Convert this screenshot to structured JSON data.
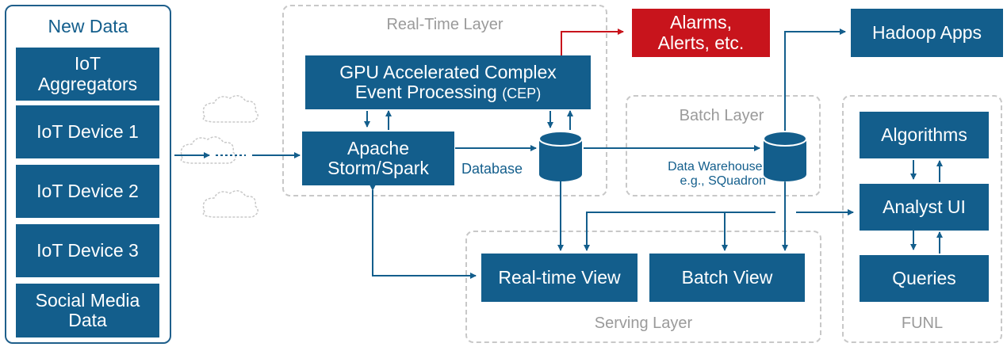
{
  "new_data": {
    "title": "New Data",
    "items": [
      "IoT Aggregators",
      "IoT Device 1",
      "IoT Device 2",
      "IoT Device 3",
      "Social Media Data"
    ]
  },
  "realtime_layer": {
    "title": "Real-Time Layer",
    "gpu_cep_line1": "GPU Accelerated Complex",
    "gpu_cep_line2": "Event Processing",
    "gpu_cep_abbr": "(CEP)",
    "storm_spark": "Apache Storm/Spark",
    "database": "Database"
  },
  "alarms": "Alarms, Alerts, etc.",
  "hadoop_apps": "Hadoop Apps",
  "batch_layer": {
    "title": "Batch Layer",
    "warehouse_line1": "Data Warehouse,",
    "warehouse_line2": "e.g., SQuadron"
  },
  "serving_layer": {
    "title": "Serving Layer",
    "realtime_view": "Real-time View",
    "batch_view": "Batch View"
  },
  "funl": {
    "title": "FUNL",
    "algorithms": "Algorithms",
    "analyst_ui": "Analyst UI",
    "queries": "Queries"
  },
  "colors": {
    "block": "#135e8c",
    "alarm": "#c8141c",
    "frame": "#c8c8c8"
  }
}
